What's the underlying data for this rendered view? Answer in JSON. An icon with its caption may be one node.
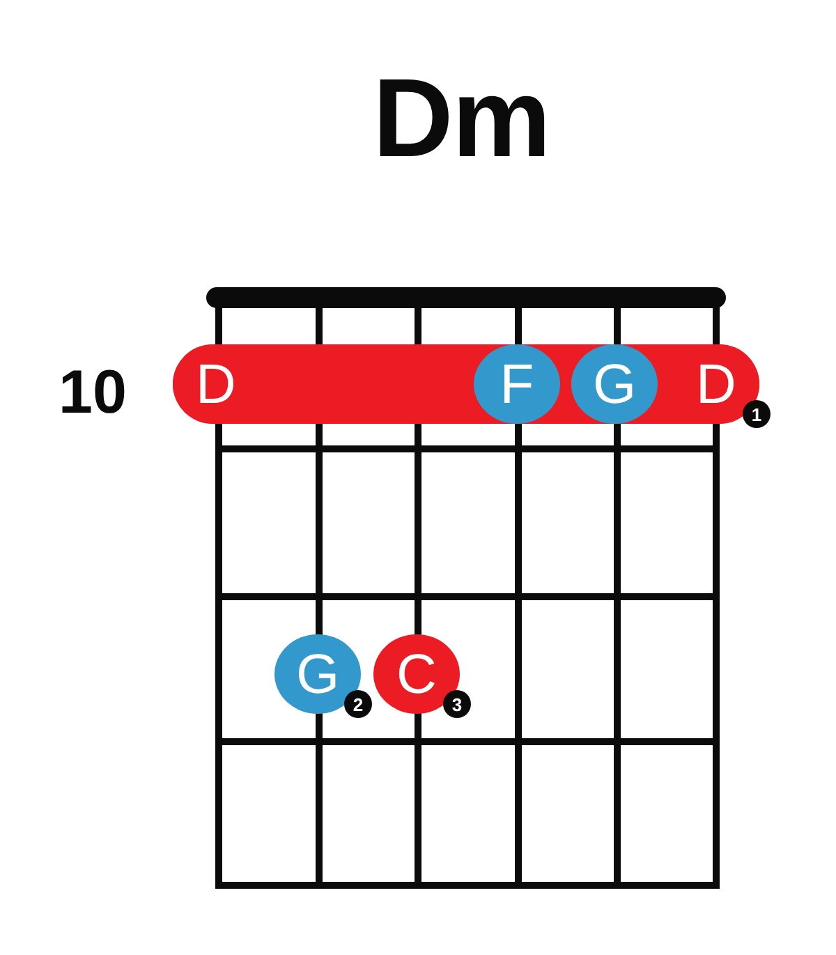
{
  "diagram": {
    "title": "Dm",
    "nodes": [
      {
        "text": [],
        "shape": "bar"
      },
      {
        "text": [
          "D"
        ],
        "in": 0
      },
      {
        "text": [
          "F"
        ],
        "in": 0
      },
      {
        "text": [
          "G"
        ],
        "in": 0
      },
      {
        "text": [
          "D"
        ],
        "in": 0
      },
      {
        "text": [
          "1"
        ]
      },
      {
        "text": [
          "G"
        ]
      },
      {
        "text": [
          "2"
        ]
      },
      {
        "text": [
          "C"
        ]
      },
      {
        "text": [
          "3"
        ]
      }
    ],
    "labels": [
      "10"
    ]
  }
}
